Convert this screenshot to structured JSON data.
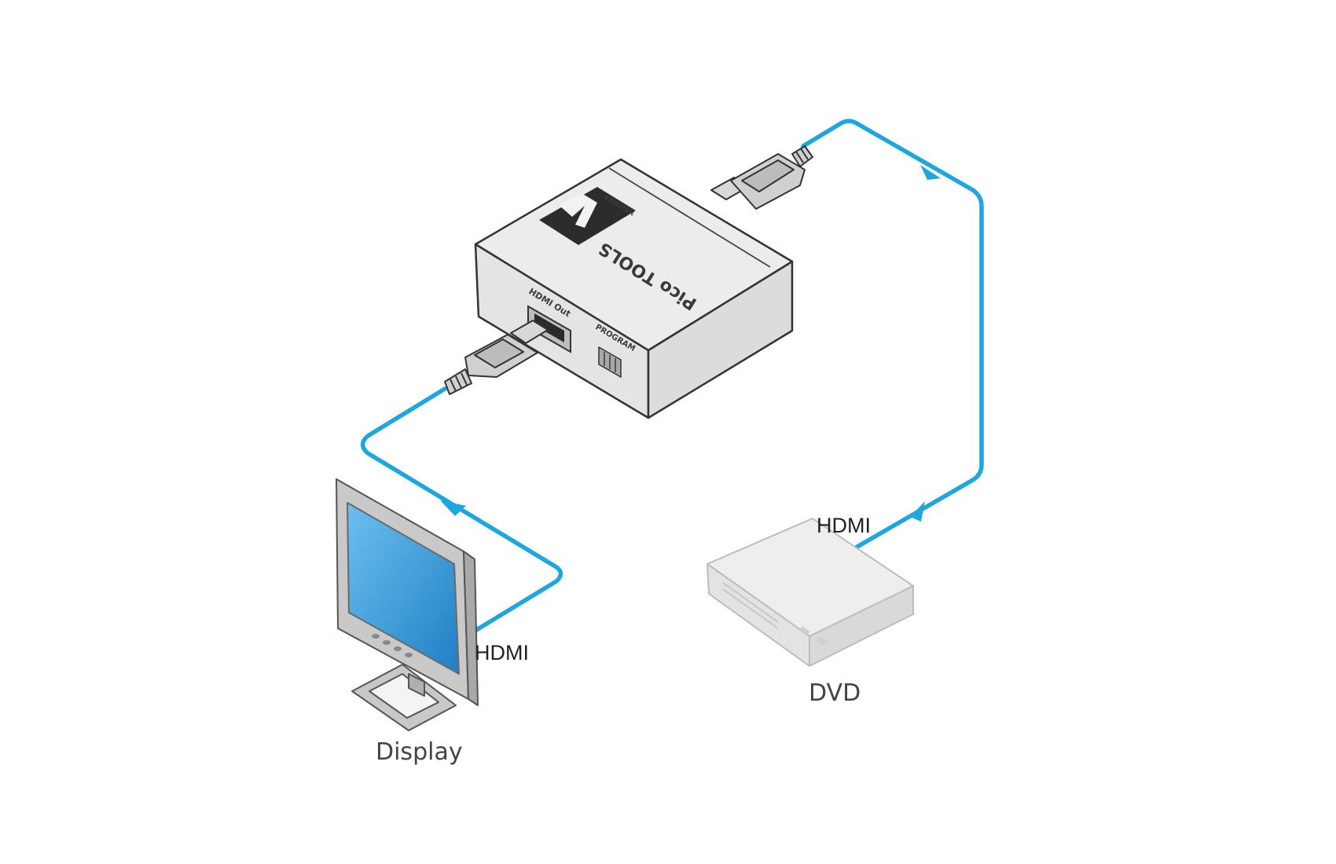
{
  "diagram": {
    "colors": {
      "cable": "#1ea6df",
      "device_body": "#e6e6e6",
      "device_edge": "#3a3a3a",
      "screen": "#3d9fdc"
    },
    "device": {
      "brand": "KRAMER",
      "product_name": "Pico TOOLS",
      "port_label_hdmi_out": "HDMI Out",
      "port_label_program": "PROGRAM"
    },
    "labels": {
      "hdmi_display_cable": "HDMI",
      "hdmi_dvd_cable": "HDMI",
      "display": "Display",
      "dvd": "DVD"
    },
    "icons": [
      "kramer-logo-icon",
      "hdmi-connector-icon",
      "display-monitor-icon",
      "dvd-player-icon",
      "arrow-icon"
    ]
  }
}
